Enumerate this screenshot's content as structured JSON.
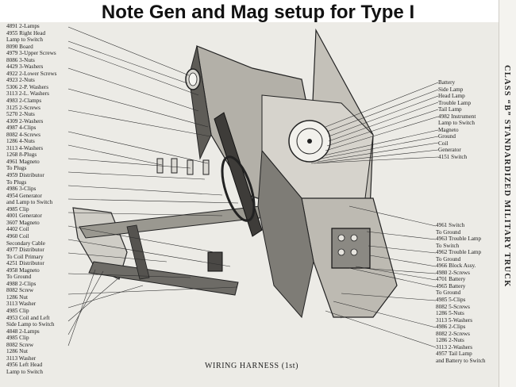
{
  "title": "Note Gen and Mag setup for Type I",
  "side_title": "CLASS “B” STANDARDIZED MILITARY TRUCK",
  "caption": "WIRING HARNESS (1st)",
  "left_labels": [
    "4891  2-Lamps",
    "4955    Right Head",
    "Lamp to Switch",
    "8090    Board",
    "4979  3-Upper Screws",
    "8086  3-Nuts",
    "4429  3-Washers",
    "4922  2-Lower Screws",
    "4923  2-Nuts",
    "5306  2-P. Washers",
    "3113  2-L. Washers",
    "4983  2-Clamps",
    "3125  2-Screws",
    "5270  2-Nuts",
    "4309  2-Washers",
    "4987  4-Clips",
    "8082  4-Screws",
    "1286  4-Nuts",
    "3113  4-Washers",
    "1268  8-Plugs",
    "4961    Magneto",
    "To Plugs",
    "4959    Distributor",
    "To Plugs",
    "4986  3-Clips",
    "4954    Generator",
    "and Lamp to Switch",
    "4985    Clip",
    "4001    Generator",
    "3607    Magneto",
    "4402    Coil",
    "4960    Coil",
    "Secondary Cable",
    "4977    Distributor",
    "To Coil Primary",
    "4251    Distributor",
    "4958    Magneto",
    "To Ground",
    "4988  2-Clips",
    "8082    Screw",
    "1286    Nut",
    "3113    Washer",
    "4985    Clip",
    "4953    Coil and Left",
    "Side Lamp to Switch",
    "4848  2-Lamps",
    "4985    Clip",
    "8082    Screw",
    "1286    Nut",
    "3113    Washer",
    "4956    Left Head",
    "Lamp to Switch"
  ],
  "right_labels_top": [
    "Battery",
    "Side Lamp",
    "Head Lamp",
    "Trouble Lamp",
    "Tail Lamp",
    "4982  Instrument",
    "Lamp to Switch",
    "Magneto",
    "Ground",
    "Coil",
    "Generator",
    "4151  Switch"
  ],
  "right_labels_bottom": [
    "4961      Switch",
    "To Ground",
    "4963    Trouble Lamp",
    "To Switch",
    "4962    Trouble Lamp",
    "To Ground",
    "4966      Block Assy.",
    "4980  2-Screws",
    "4701      Battery",
    "4965      Battery",
    "To Ground",
    "4985    5-Clips",
    "8082    5-Screws",
    "1286    5-Nuts",
    "3113    5-Washers",
    "4986    2-Clips",
    "8082    2-Screws",
    "1286    2-Nuts",
    "3113    2-Washers",
    "4957      Tail Lamp",
    "and Battery to Switch"
  ]
}
